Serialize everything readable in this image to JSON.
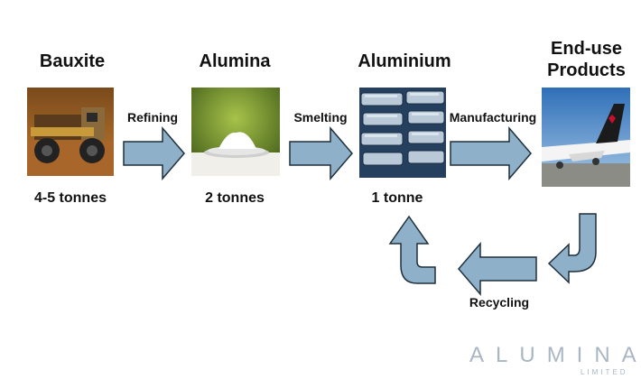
{
  "stages": [
    {
      "name": "Bauxite",
      "quantity": "4-5 tonnes"
    },
    {
      "name": "Alumina",
      "quantity": "2 tonnes"
    },
    {
      "name": "Aluminium",
      "quantity": "1 tonne"
    },
    {
      "name": "End-use\nProducts",
      "quantity": ""
    }
  ],
  "processes": {
    "refining": "Refining",
    "smelting": "Smelting",
    "manufacturing": "Manufacturing",
    "recycling": "Recycling"
  },
  "logo": {
    "word": "ALUMINA",
    "sub": "LIMITED"
  },
  "colors": {
    "arrow_fill": "#8fb0c9",
    "arrow_stroke": "#1f2f3c",
    "logo": "#a9b6c4"
  }
}
